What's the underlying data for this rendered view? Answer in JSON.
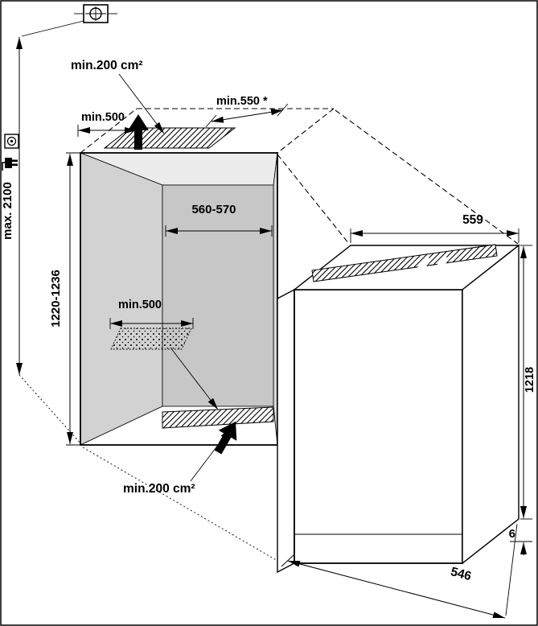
{
  "diagram": {
    "type": "built-in-appliance-installation-drawing",
    "labels": {
      "socket_max_height": "max. 2100",
      "vent_top_area": "min.200 cm²",
      "top_clearance": "min.500",
      "niche_depth": "min.550 *",
      "niche_width": "560-570",
      "niche_height": "1220-1236",
      "floor_clearance": "min.500",
      "vent_bottom_area": "min.200 cm²",
      "appliance_width": "559",
      "appliance_height": "1218",
      "bottom_gap": "6",
      "appliance_depth": "546"
    },
    "icons": {
      "junction_box": "mains-junction-box-icon",
      "socket": "power-socket-icon",
      "plug": "power-plug-icon",
      "airflow_top": "airflow-out-arrow",
      "airflow_bottom": "airflow-in-arrow"
    },
    "colors": {
      "line": "#000000",
      "background": "#ffffff",
      "niche_back_wall": "#c7c7c7",
      "niche_side_wall": "#d2d2d2",
      "niche_ceiling": "#ececec"
    }
  }
}
